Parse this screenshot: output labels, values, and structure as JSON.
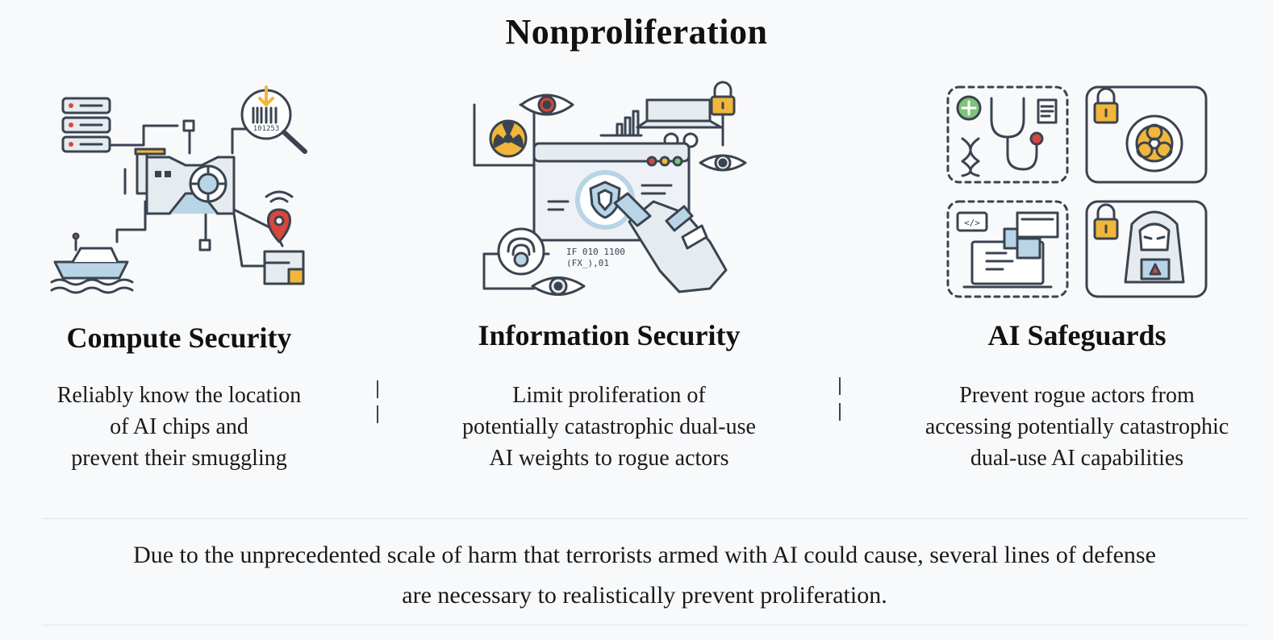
{
  "title": "Nonproliferation",
  "columns": [
    {
      "heading": "Compute Security",
      "description": [
        "Reliably know the location",
        "of AI chips and",
        "prevent their smuggling"
      ],
      "icon": "compute-security-illustration",
      "barcode_text": "101253"
    },
    {
      "heading": "Information Security",
      "description": [
        "Limit proliferation of",
        "potentially catastrophic dual-use",
        "AI weights to rogue actors"
      ],
      "icon": "information-security-illustration",
      "code_lines": [
        "IF 010 1100",
        "(FX_),01"
      ]
    },
    {
      "heading": "AI Safeguards",
      "description": [
        "Prevent rogue actors from",
        "accessing potentially catastrophic",
        "dual-use AI capabilities"
      ],
      "icon": "ai-safeguards-illustration",
      "code_tag": "</>"
    }
  ],
  "footer": [
    "Due to the unprecedented scale of harm that terrorists armed with AI could cause, several lines of defense",
    "are necessary to realistically prevent proliferation."
  ],
  "colors": {
    "outline": "#3a4450",
    "accent_blue": "#b8d4e6",
    "accent_yellow": "#f2b63a",
    "accent_red": "#d9473b",
    "accent_green": "#7cc47a",
    "background": "#f8f9fb"
  }
}
